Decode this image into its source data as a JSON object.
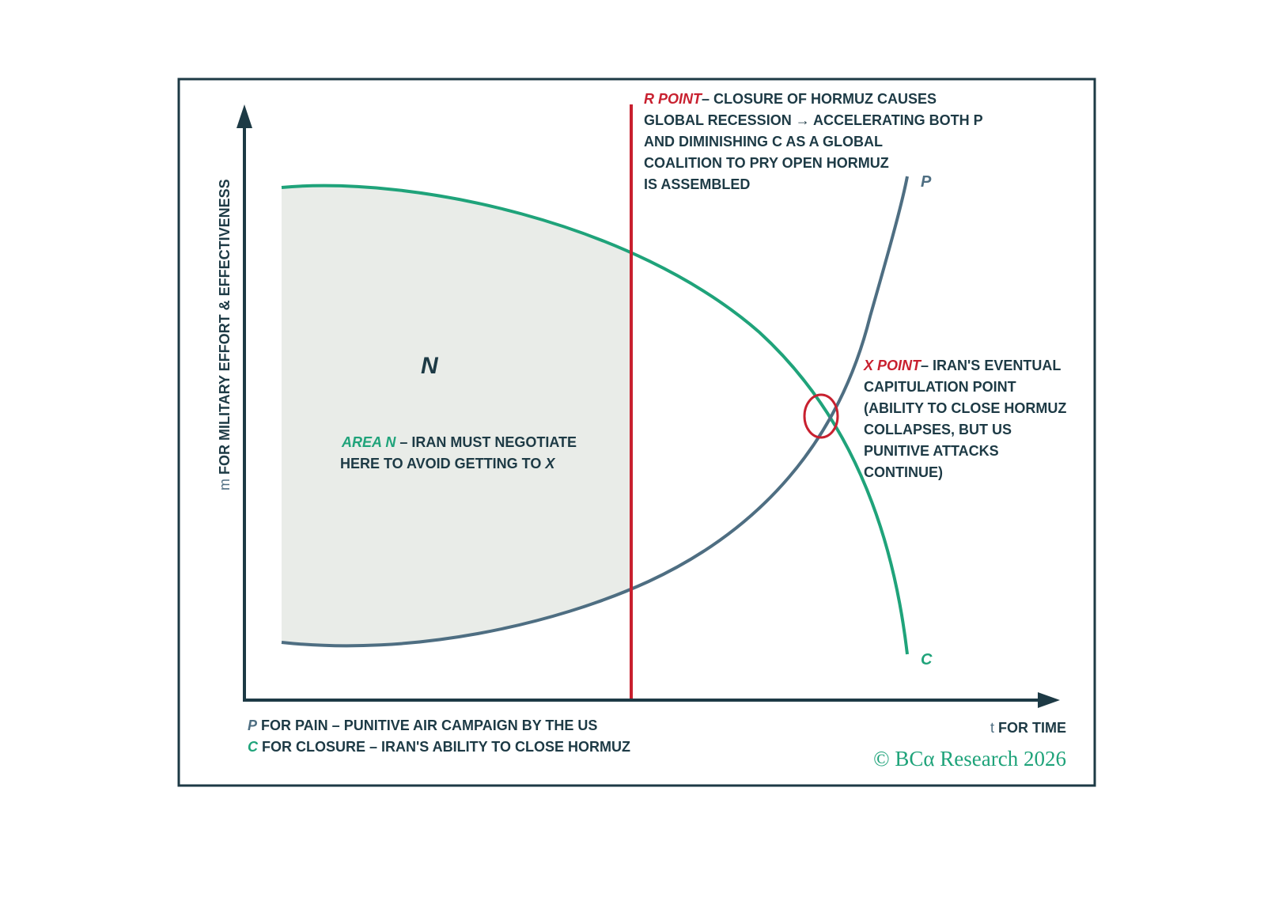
{
  "colors": {
    "axis": "#1d3a45",
    "closure": "#1fa37a",
    "pain": "#4e6e82",
    "r_point": "#c8202f",
    "area": "#e9ece8"
  },
  "y_axis": {
    "symbol": "m",
    "label": "FOR MILITARY EFFORT & EFFECTIVENESS"
  },
  "x_axis": {
    "symbol": "t",
    "label": "FOR TIME"
  },
  "curve_labels": {
    "p": "P",
    "c": "C"
  },
  "area": {
    "letter": "N",
    "title": "AREA N",
    "line1": " – IRAN MUST NEGOTIATE",
    "line2": "HERE TO AVOID GETTING TO ",
    "line2_x": "X"
  },
  "r_point": {
    "title": "R POINT",
    "lines": [
      "– CLOSURE OF HORMUZ CAUSES",
      "GLOBAL RECESSION → ACCELERATING BOTH P",
      "AND DIMINISHING C AS A GLOBAL",
      "COALITION TO PRY OPEN HORMUZ",
      "IS ASSEMBLED"
    ]
  },
  "x_point": {
    "title": "X POINT",
    "lines": [
      "– IRAN'S EVENTUAL",
      "CAPITULATION POINT",
      "(ABILITY TO CLOSE HORMUZ",
      "COLLAPSES, BUT US",
      "PUNITIVE ATTACKS",
      "CONTINUE)"
    ]
  },
  "legend": [
    {
      "key": "P",
      "text": " FOR PAIN – PUNITIVE AIR CAMPAIGN BY THE US"
    },
    {
      "key": "C",
      "text": " FOR CLOSURE – IRAN'S ABILITY TO CLOSE HORMUZ"
    }
  ],
  "copyright": "© BCα Research 2026"
}
